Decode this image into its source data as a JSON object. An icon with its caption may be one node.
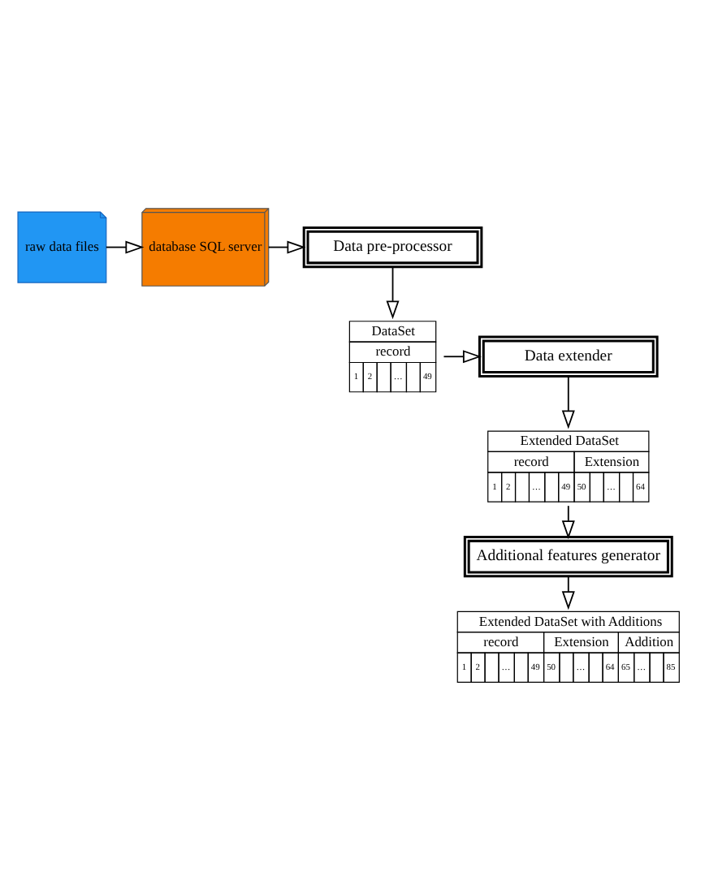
{
  "diagram": {
    "nodes": [
      {
        "text": [
          "raw data files"
        ]
      },
      {
        "text": [
          "database SQL server"
        ]
      },
      {
        "text": [
          "Data pre-processor"
        ]
      },
      {
        "text": [
          "DataSet",
          "record",
          "1",
          "2",
          "…",
          "49"
        ]
      },
      {
        "text": [
          "Data extender"
        ]
      },
      {
        "text": [
          "Extended DataSet",
          "record",
          "Extension",
          "1",
          "2",
          "…",
          "49",
          "50",
          "…",
          "64"
        ]
      },
      {
        "text": [
          "Additional features generator"
        ]
      },
      {
        "text": [
          "Extended DataSet with Additions",
          "record",
          "Extension",
          "Addition",
          "1",
          "2",
          "…",
          "49",
          "50",
          "…",
          "64",
          "65",
          "…",
          "85"
        ]
      }
    ],
    "edges": [
      {
        "from": 0,
        "to": 1,
        "arrow": "to"
      },
      {
        "from": 1,
        "to": 2,
        "arrow": "to"
      },
      {
        "from": 2,
        "to": 3,
        "arrow": "to"
      },
      {
        "from": 3,
        "to": 4,
        "arrow": "to"
      },
      {
        "from": 4,
        "to": 5,
        "arrow": "to"
      },
      {
        "from": 5,
        "to": 6,
        "arrow": "to"
      },
      {
        "from": 6,
        "to": 7,
        "arrow": "to"
      }
    ]
  }
}
